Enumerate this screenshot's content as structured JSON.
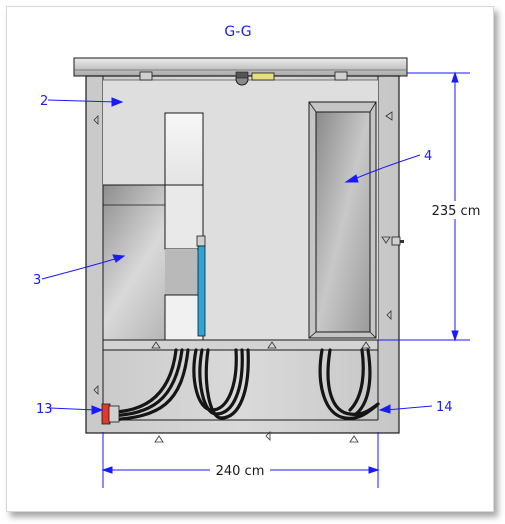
{
  "drawing": {
    "section_title": "G-G",
    "dimensions": {
      "height_label": "235 cm",
      "width_label": "240 cm"
    },
    "callouts": [
      {
        "id": "2",
        "label": "2"
      },
      {
        "id": "3",
        "label": "3"
      },
      {
        "id": "4",
        "label": "4"
      },
      {
        "id": "13",
        "label": "13"
      },
      {
        "id": "14",
        "label": "14"
      }
    ]
  },
  "colors": {
    "annotation": "#1a1aff",
    "outline": "#1a1a1a",
    "panel": "#d6d6d6",
    "panel_light": "#e6e6e6",
    "roof": "#c8c8c8",
    "blue_strip": "#2aa7d8",
    "yellow_part": "#e6e07a",
    "red_connector": "#e23a2a"
  }
}
